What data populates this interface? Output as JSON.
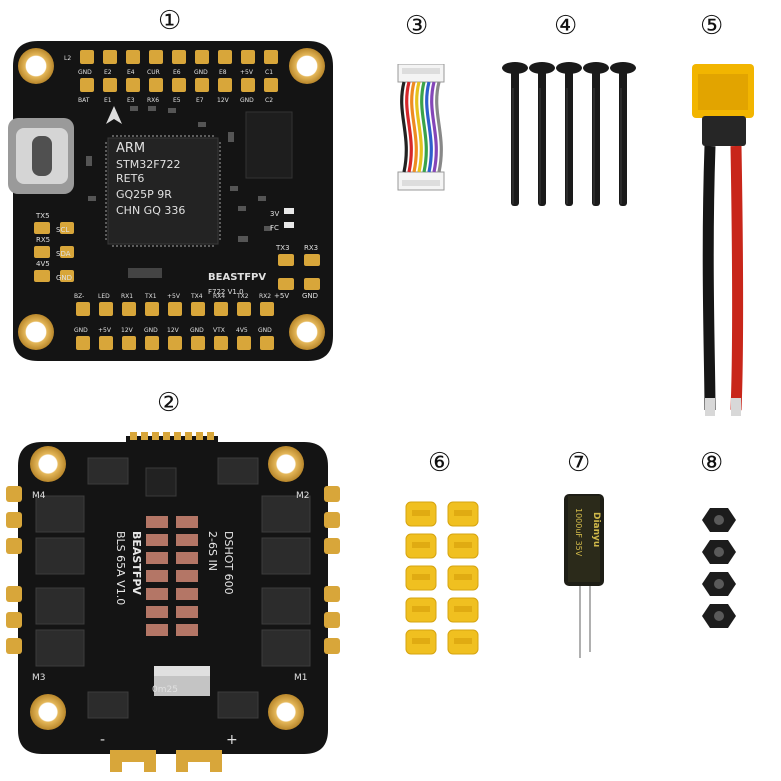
{
  "labels": {
    "n1": "①",
    "n2": "②",
    "n3": "③",
    "n4": "④",
    "n5": "⑤",
    "n6": "⑥",
    "n7": "⑦",
    "n8": "⑧"
  },
  "fc": {
    "brand": "BEASTFPV",
    "model": "F722 V1.0",
    "mcu_line1": "ARM",
    "mcu_line2": "STM32F722",
    "mcu_line3": "RET6",
    "mcu_line4": "GQ25P 9R",
    "mcu_line5": "CHN GQ 336",
    "top_pads_upper": [
      "L2",
      "GND",
      "E2",
      "E4",
      "CUR",
      "E6",
      "GND",
      "E8",
      "+5V",
      "C1"
    ],
    "top_pads_lower": [
      "BAT",
      "E1",
      "E3",
      "RX6",
      "E5",
      "E7",
      "12V",
      "GND",
      "C2"
    ],
    "bottom_pads_upper": [
      "BZ-",
      "LED",
      "RX1",
      "TX1",
      "+5V",
      "TX4",
      "RX4",
      "TX2",
      "RX2"
    ],
    "bottom_pads_lower": [
      "GND",
      "+5V",
      "12V",
      "GND",
      "12V",
      "GND",
      "VTX",
      "4V5",
      "GND"
    ],
    "left_pads": [
      "TX5",
      "RX5",
      "4V5"
    ],
    "left_labels": [
      "SCL",
      "SDA",
      "GND"
    ],
    "right_labels_top": [
      "TX3",
      "RX3"
    ],
    "right_labels_bottom": [
      "+5V",
      "GND"
    ],
    "led_labels": [
      "3V",
      "FC"
    ]
  },
  "esc": {
    "brand": "BEASTFPV",
    "model": "BLS 65A V1.0",
    "proto": "DSHOT 600",
    "voltage": "2-6S IN",
    "motor_labels": [
      "M4",
      "M2",
      "M3",
      "M1"
    ],
    "shunt_label": "0m25",
    "plus": "+",
    "minus": "-"
  },
  "capacitor": {
    "brand": "Dianyu",
    "rating": "1000uF 35V"
  },
  "colors": {
    "pcb": "#141414",
    "gold": "#d8a63a",
    "wire_red": "#c8261a",
    "xt60": "#f2b500",
    "silicone": "#f0c020"
  }
}
